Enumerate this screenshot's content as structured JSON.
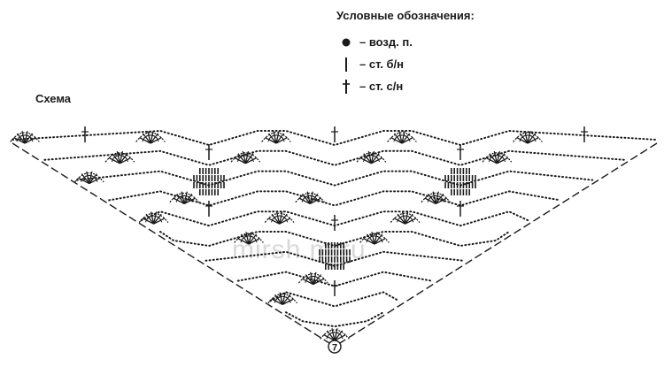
{
  "legend": {
    "title": "Условные обозначения:",
    "items": [
      {
        "symbol": "dot-icon",
        "label": "– возд. п."
      },
      {
        "symbol": "bar-icon",
        "label": "– ст. б/н"
      },
      {
        "symbol": "cross-icon",
        "label": "– ст. с/н"
      }
    ]
  },
  "scheme": {
    "label": "Схема",
    "watermark": "mirsh.m.ru",
    "start_number": "7"
  },
  "colors": {
    "ink": "#1a1a1a",
    "watermark": "#d9d9d9"
  }
}
